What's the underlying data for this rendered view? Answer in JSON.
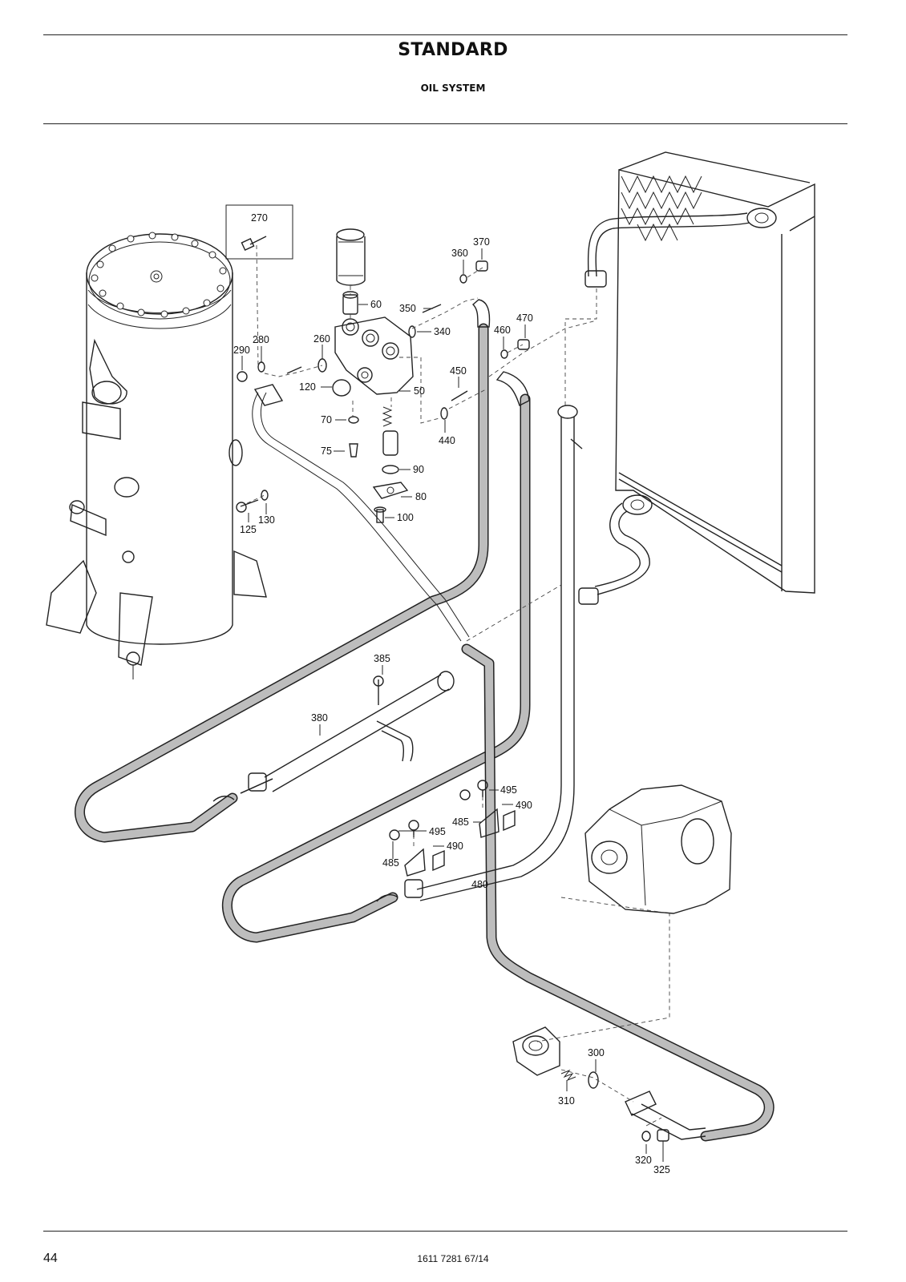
{
  "header": {
    "title": "STANDARD",
    "subtitle": "OIL SYSTEM"
  },
  "footer": {
    "page_number": "44",
    "document_number": "1611 7281 67/14"
  },
  "callouts": {
    "c270": "270",
    "c360": "360",
    "c370": "370",
    "c60": "60",
    "c350": "350",
    "c340": "340",
    "c460": "460",
    "c470": "470",
    "c280": "280",
    "c290": "290",
    "c260": "260",
    "c120": "120",
    "c50": "50",
    "c450": "450",
    "c70": "70",
    "c440": "440",
    "c75": "75",
    "c90": "90",
    "c80": "80",
    "c125": "125",
    "c130": "130",
    "c100": "100",
    "c385": "385",
    "c380": "380",
    "c495a": "495",
    "c490a": "490",
    "c485a": "485",
    "c495b": "495",
    "c490b": "490",
    "c485b": "485",
    "c480": "480",
    "c300": "300",
    "c310": "310",
    "c320": "320",
    "c325": "325"
  },
  "colors": {
    "hose_fill": "#bdbdbd",
    "line": "#222222"
  }
}
